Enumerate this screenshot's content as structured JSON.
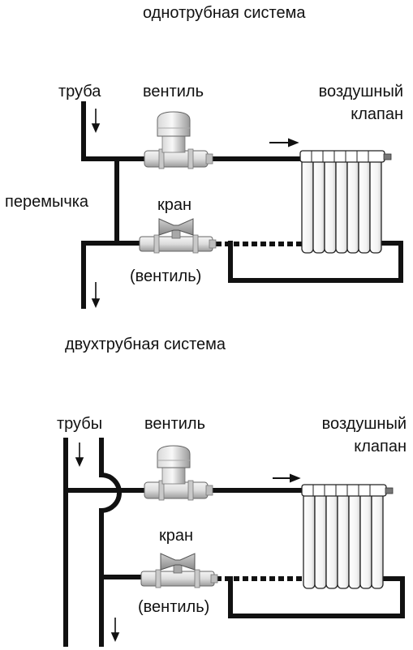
{
  "single_pipe": {
    "title": "однотрубная система",
    "label_pipe": "труба",
    "label_valve": "вентиль",
    "label_air_valve_line1": "воздушный",
    "label_air_valve_line2": "клапан",
    "label_bypass": "перемычка",
    "label_tap": "кран",
    "label_tap_alt": "(вентиль)"
  },
  "two_pipe": {
    "title": "двухтрубная система",
    "label_pipes": "трубы",
    "label_valve": "вентиль",
    "label_air_valve_line1": "воздушный",
    "label_air_valve_line2": "клапан",
    "label_tap": "кран",
    "label_tap_alt": "(вентиль)"
  },
  "colors": {
    "pipe": "#111111",
    "valve_body": "#e6e6e6",
    "valve_handle": "#b8b8b8",
    "radiator_fill": "#ffffff"
  }
}
